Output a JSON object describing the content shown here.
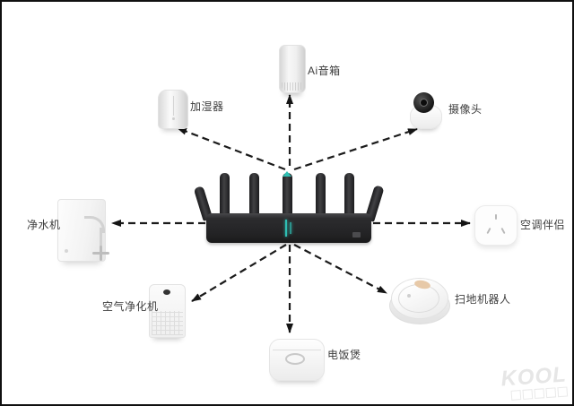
{
  "diagram": {
    "type": "smart-home-network-topology",
    "center_device": {
      "id": "router",
      "name": "wifi-router"
    },
    "devices": [
      {
        "id": "ai-speaker",
        "label": "Ai音箱"
      },
      {
        "id": "humidifier",
        "label": "加湿器"
      },
      {
        "id": "camera",
        "label": "摄像头"
      },
      {
        "id": "water-purifier",
        "label": "净水机"
      },
      {
        "id": "ac-companion",
        "label": "空调伴侣"
      },
      {
        "id": "air-purifier",
        "label": "空气净化机"
      },
      {
        "id": "robot-vacuum",
        "label": "扫地机器人"
      },
      {
        "id": "rice-cooker",
        "label": "电饭煲"
      }
    ],
    "watermark": {
      "text": "KOOL"
    },
    "colors": {
      "background": "#ffffff",
      "frame": "#101010",
      "arrow": "#1b1b1b",
      "router_body": "#232325",
      "router_led": "#2fbfb4",
      "label_text": "#3d3d3d"
    }
  }
}
